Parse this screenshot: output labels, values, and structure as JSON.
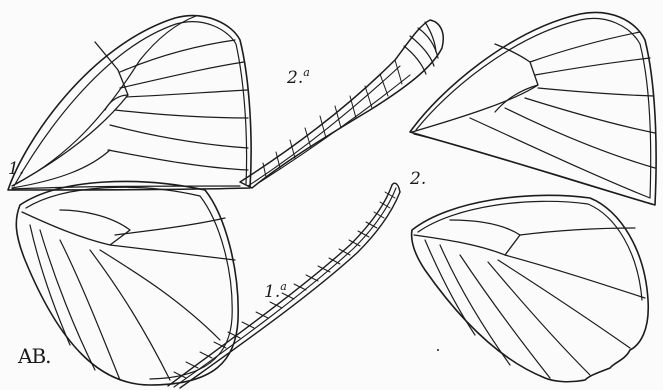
{
  "figures": {
    "fig1": {
      "label": "1."
    },
    "fig1a": {
      "number": "1.",
      "suffix": "a"
    },
    "fig2": {
      "label": "2."
    },
    "fig2a": {
      "number": "2.",
      "suffix": "a"
    }
  },
  "monogram": "AB."
}
